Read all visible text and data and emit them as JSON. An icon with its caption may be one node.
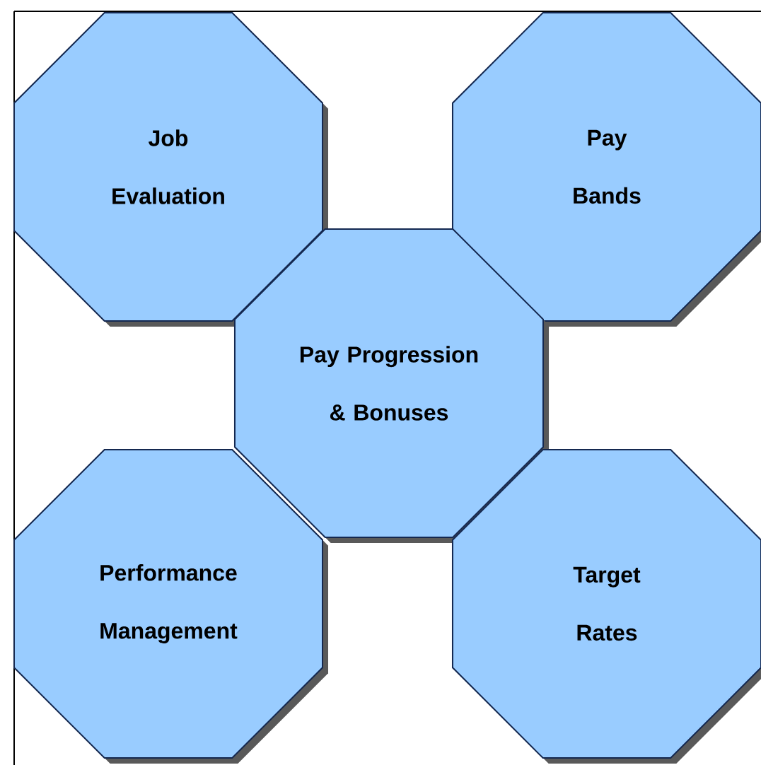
{
  "diagram": {
    "nodes": [
      {
        "text": [
          "Job Evaluation"
        ]
      },
      {
        "text": [
          "Pay Bands"
        ]
      },
      {
        "text": [
          "Pay Progression & Bonuses"
        ]
      },
      {
        "text": [
          "Performance Management"
        ]
      },
      {
        "text": [
          "Target Rates"
        ]
      }
    ]
  }
}
